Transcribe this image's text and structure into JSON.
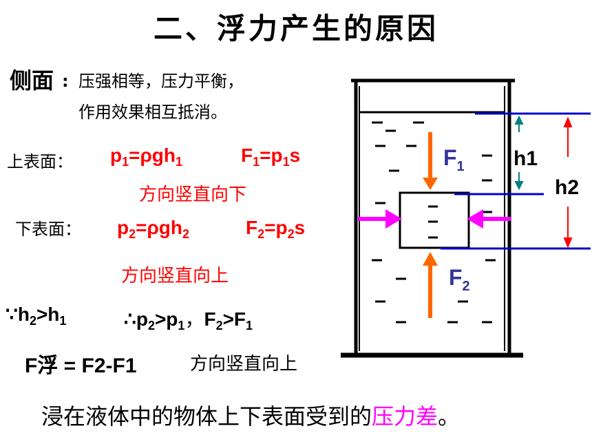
{
  "title": "二、浮力产生的原因",
  "side": {
    "label": "侧面",
    "colon": ":",
    "line1": "压强相等，压力平衡，",
    "line2": "作用效果相互抵消。"
  },
  "upper": {
    "label": "上表面：",
    "p_main": "p",
    "p_sub": "1",
    "p_eq": "=ρgh",
    "p_hsub": "1",
    "f_main": "F",
    "f_sub": "1",
    "f_eq": "=p",
    "f_psub": "1",
    "f_tail": "s",
    "direction": "方向竖直向下"
  },
  "lower": {
    "label": "下表面：",
    "p_main": "p",
    "p_sub": "2",
    "p_eq": "=ρgh",
    "p_hsub": "2",
    "f_main": "F",
    "f_sub": "2",
    "f_eq": "=p",
    "f_psub": "2",
    "f_tail": "s",
    "direction": "方向竖直向上"
  },
  "because": {
    "symbol": "∵",
    "h": "h",
    "h2sub": "2",
    "gt": ">h",
    "h1sub": "1"
  },
  "therefore": {
    "symbol": "∴",
    "p": "p",
    "p2sub": "2",
    "gt": ">p",
    "p1sub": "1",
    "comma": "，",
    "f": "F",
    "f2sub": "2",
    "fgt": ">F",
    "f1sub": "1"
  },
  "buoyancy": {
    "formula": "F浮 = F2-F1",
    "direction": "方向竖直向上"
  },
  "conclusion": {
    "text": "浸在液体中的物体上下表面受到的",
    "highlight": "压力差",
    "end": "。"
  },
  "diagram": {
    "f1_main": "F",
    "f1_sub": "1",
    "f2_main": "F",
    "f2_sub": "2",
    "h1": "h1",
    "h2": "h2"
  },
  "colors": {
    "red": "#ff0000",
    "magenta": "#ff00ff",
    "orange": "#ff6600",
    "blue": "#0000cc",
    "teal": "#008080",
    "label_blue": "#333399"
  }
}
